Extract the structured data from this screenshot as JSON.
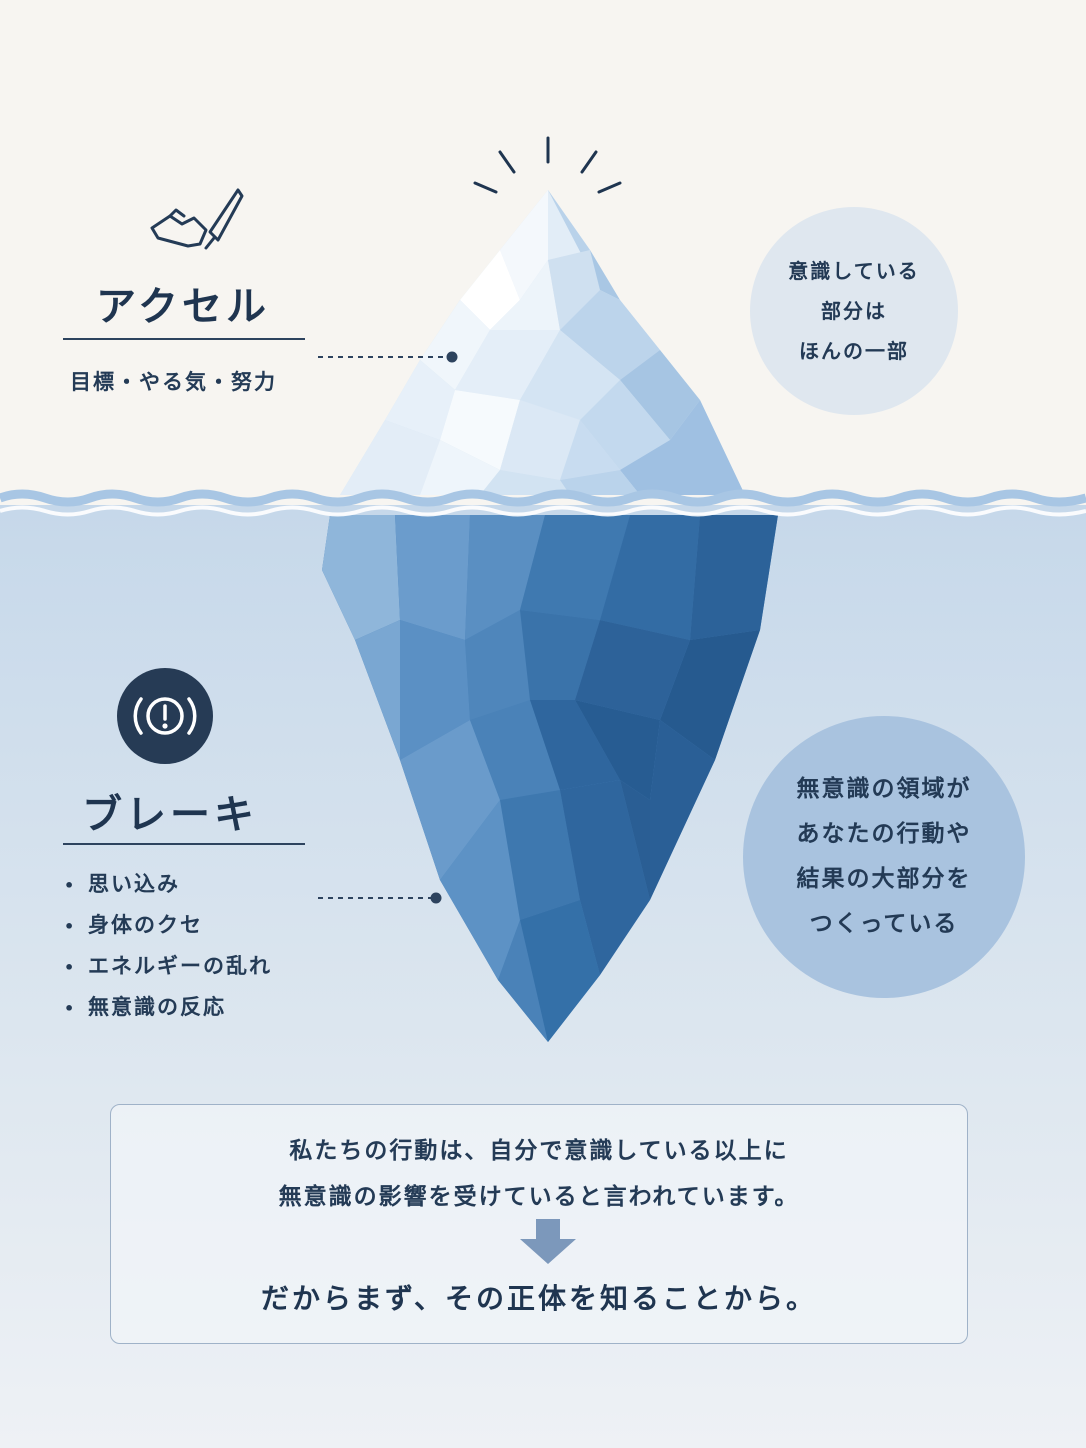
{
  "accel": {
    "title": "アクセル",
    "subtitle": "目標・やる気・努力",
    "icon": "gas-pedal-icon"
  },
  "brake": {
    "title": "ブレーキ",
    "icon": "brake-warning-icon",
    "items": [
      "思い込み",
      "身体のクセ",
      "エネルギーの乱れ",
      "無意識の反応"
    ]
  },
  "bubble_top": {
    "lines": [
      "意識している",
      "部分は",
      "ほんの一部"
    ]
  },
  "bubble_bottom": {
    "lines": [
      "無意識の領域が",
      "あなたの行動や",
      "結果の大部分を",
      "つくっている"
    ]
  },
  "message": {
    "line1": "私たちの行動は、自分で意識している以上に",
    "line2": "無意識の影響を受けていると言われています。",
    "arrow_icon": "down-arrow-icon",
    "conclusion": "だからまず、その正体を知ることから。"
  },
  "colors": {
    "sky": "#f7f5f1",
    "water_top": "#c9daea",
    "water_bottom": "#eef2f6",
    "ink": "#1f3550",
    "ice_dark": "#2c5f92",
    "ice_light": "#e9f1f9"
  }
}
